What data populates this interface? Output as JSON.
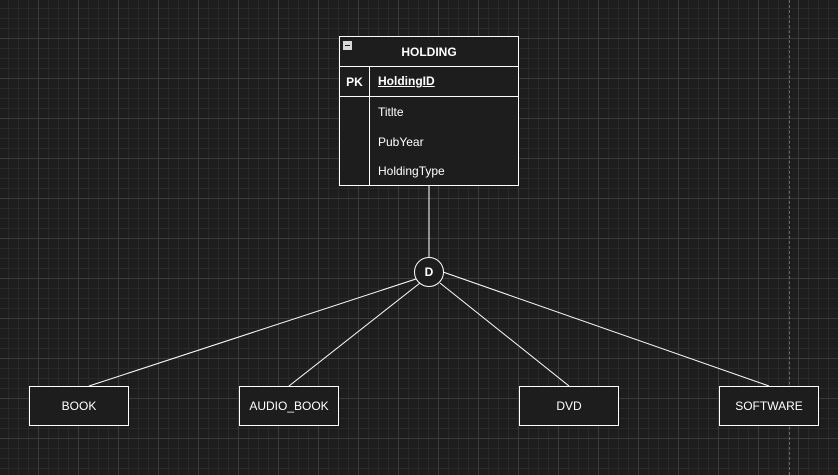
{
  "diagram": {
    "table": {
      "title": "HOLDING",
      "collapse_icon": "collapse-minus-icon",
      "pk_label": "PK",
      "pk_field": "HoldingID",
      "attributes": [
        "Titlte",
        "PubYear",
        "HoldingType"
      ]
    },
    "specialization": {
      "label": "D"
    },
    "subtypes": [
      "BOOK",
      "AUDIO_BOOK",
      "DVD",
      "SOFTWARE"
    ]
  },
  "colors": {
    "background": "#1d1d1d",
    "stroke": "#ffffff",
    "text": "#ffffff"
  }
}
